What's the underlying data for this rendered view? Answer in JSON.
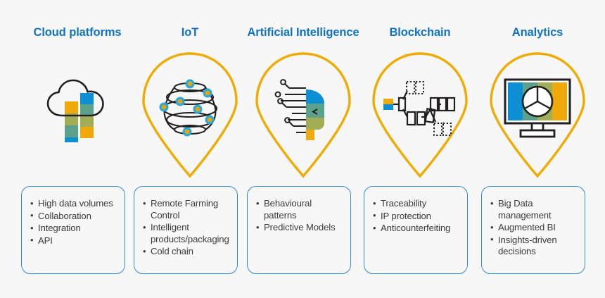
{
  "page": {
    "background_color": "#f7f7f7",
    "heading_color": "#1173c4",
    "pin_color": "#efab00",
    "box_border_color": "#2e8bd0",
    "text_color": "#3c3c3c"
  },
  "columns": [
    {
      "id": "cloud-platforms",
      "heading": "Cloud platforms",
      "has_pin": false,
      "icon_name": "cloud-bar-chart-icon",
      "bullets": [
        "High data volumes",
        "Collaboration",
        "Integration",
        "API"
      ]
    },
    {
      "id": "iot",
      "heading": "IoT",
      "has_pin": true,
      "icon_name": "iot-network-sphere-icon",
      "bullets": [
        "Remote Farming Control",
        "Intelligent products/packaging",
        "Cold chain"
      ]
    },
    {
      "id": "artificial-intelligence",
      "heading": "Artificial Intelligence",
      "has_pin": true,
      "icon_name": "ai-head-circuit-icon",
      "bullets": [
        "Behavioural patterns",
        "Predictive Models"
      ]
    },
    {
      "id": "blockchain",
      "heading": "Blockchain",
      "has_pin": true,
      "icon_name": "blockchain-blocks-icon",
      "bullets": [
        "Traceability",
        "IP protection",
        "Anticounterfeiting"
      ]
    },
    {
      "id": "analytics",
      "heading": "Analytics",
      "has_pin": true,
      "icon_name": "analytics-monitor-pie-chart-icon",
      "bullets": [
        "Big Data management",
        "Augmented BI",
        "Insights-driven decisions"
      ]
    }
  ]
}
